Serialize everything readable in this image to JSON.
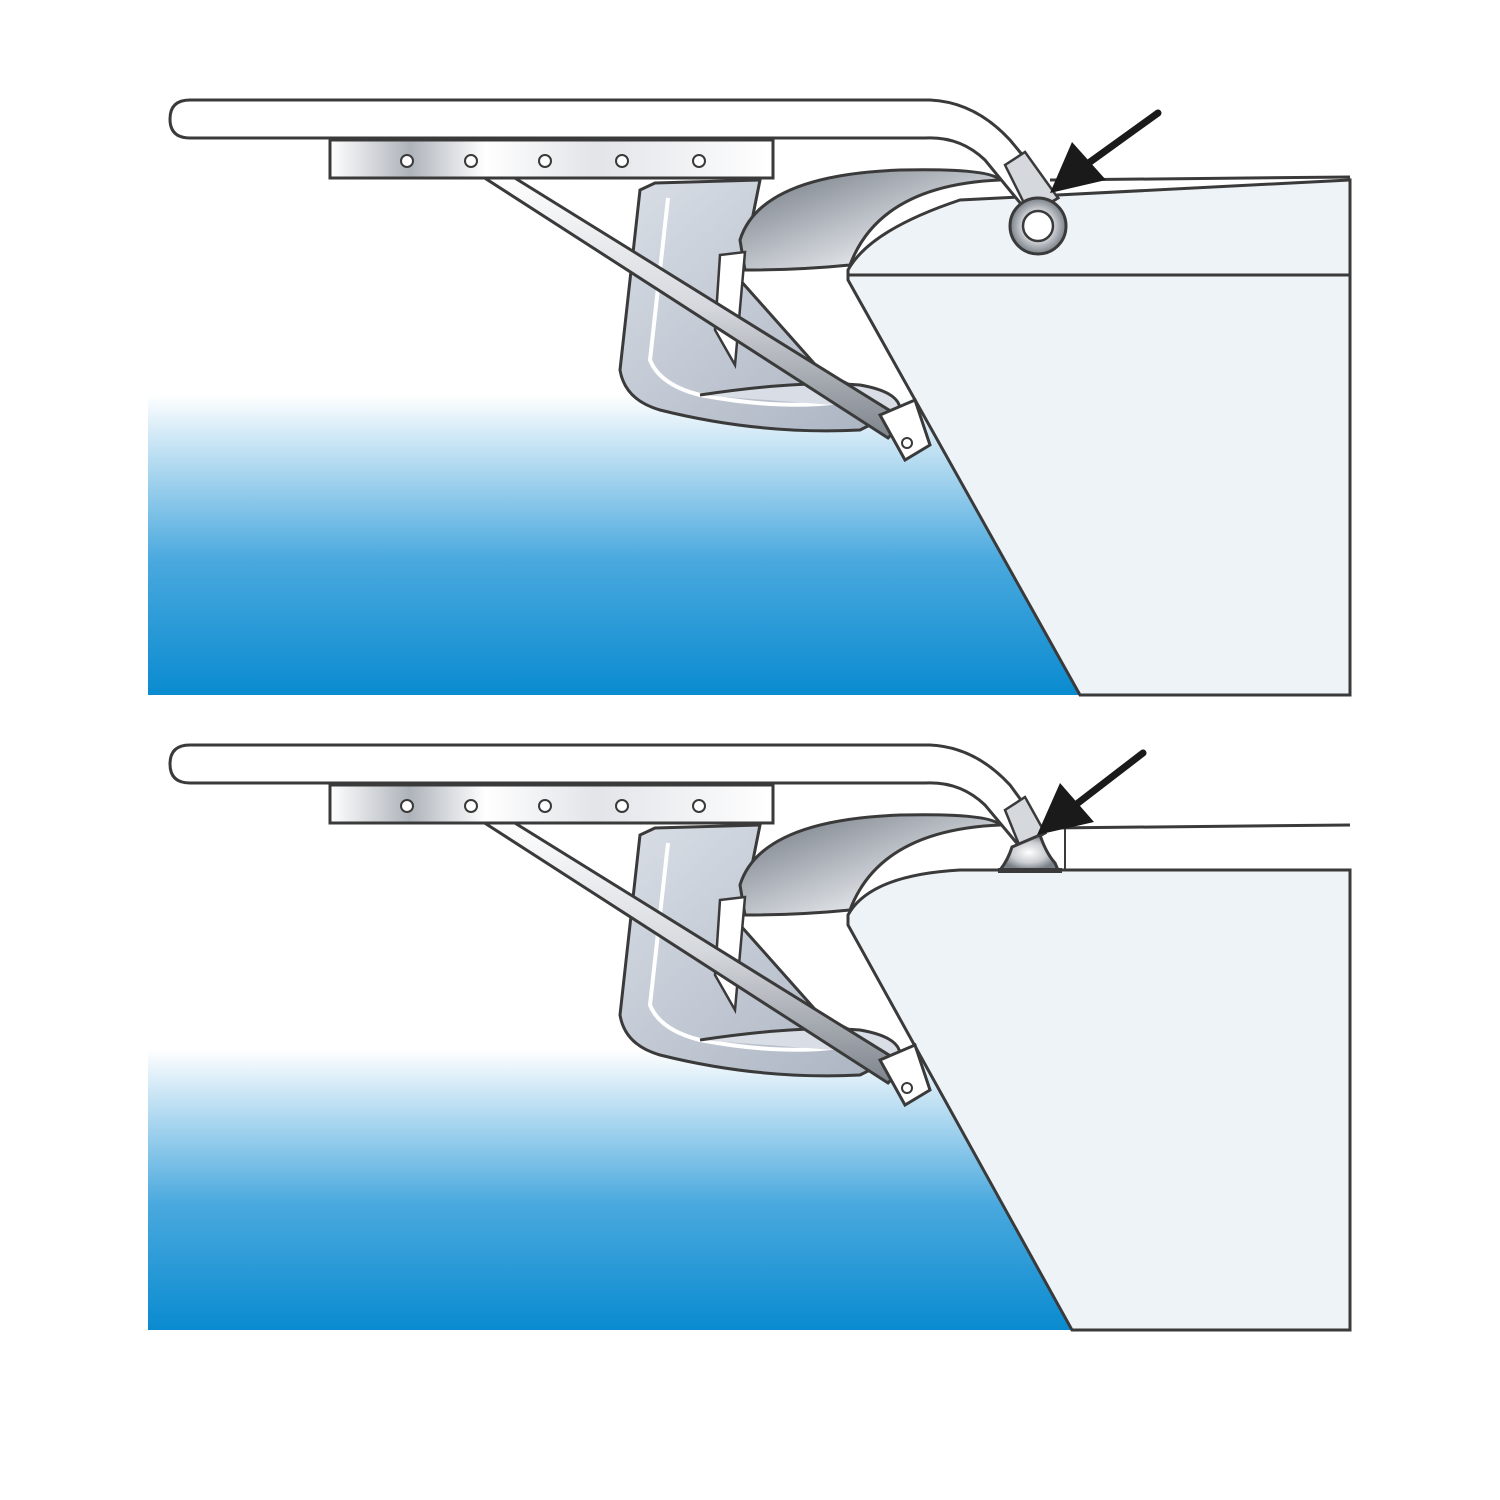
{
  "figure": {
    "panels": [
      {
        "id": "top",
        "fitting": "side-mount-eye-fitting",
        "arrow": "pointing-to-deck-fitting"
      },
      {
        "id": "bottom",
        "fitting": "top-mount-deck-fitting",
        "arrow": "pointing-to-deck-fitting"
      }
    ],
    "colors": {
      "water_deep": "#0a8bd0",
      "water_light": "#ffffff",
      "hull": "#eef3f8",
      "line": "#3a3a3a",
      "steel_dark": "#8a8f96",
      "steel_light": "#f2f3f5",
      "bracket_fill": "#c4cbd6"
    },
    "icons": [
      "arrow-icon",
      "mounting-plate",
      "rail-tube",
      "support-strut",
      "bow-roller-bracket",
      "deck-fitting"
    ]
  }
}
